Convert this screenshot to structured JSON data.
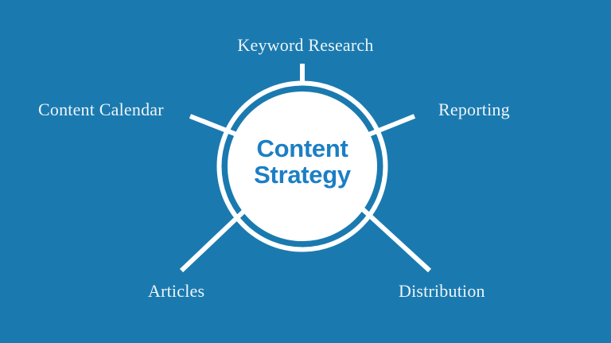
{
  "diagram": {
    "title": "Content Strategy hub-and-spoke diagram",
    "background_color": "#1a7ab0",
    "line_color": "#ffffff",
    "label_color": "#eef4f8",
    "center_text_color": "#1b7fc4",
    "center": {
      "line1": "Content",
      "line2": "Strategy"
    },
    "nodes": [
      {
        "id": "keyword-research",
        "label": "Keyword Research",
        "position": "top"
      },
      {
        "id": "content-calendar",
        "label": "Content Calendar",
        "position": "upper-left"
      },
      {
        "id": "reporting",
        "label": "Reporting",
        "position": "upper-right"
      },
      {
        "id": "articles",
        "label": "Articles",
        "position": "lower-left"
      },
      {
        "id": "distribution",
        "label": "Distribution",
        "position": "lower-right"
      }
    ]
  }
}
